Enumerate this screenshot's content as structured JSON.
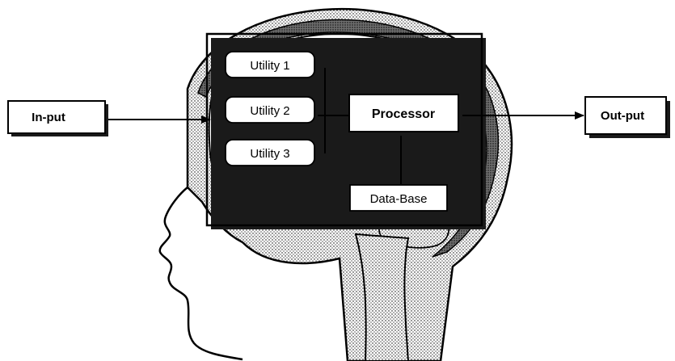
{
  "diagram": {
    "input_label": "In-put",
    "output_label": "Out-put",
    "processor_label": "Processor",
    "database_label": "Data-Base",
    "utilities": [
      {
        "label": "Utility 1"
      },
      {
        "label": "Utility 2"
      },
      {
        "label": "Utility 3"
      }
    ]
  },
  "colors": {
    "line": "#000000",
    "box_fill": "#ffffff",
    "shadow": "#1a1a1a",
    "skull_fill": "#9a9a9a",
    "brain_fill": "#ffffff"
  }
}
